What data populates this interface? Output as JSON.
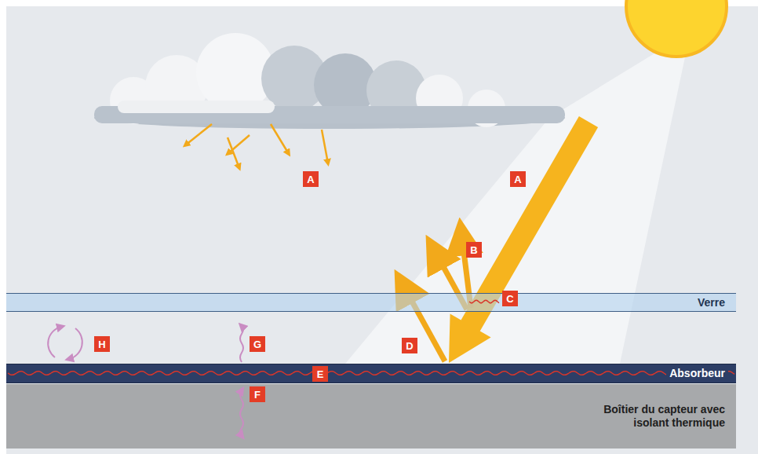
{
  "diagram": {
    "nodes": [
      {
        "text": [
          "Verre"
        ]
      },
      {
        "text": [
          "Absorbeur"
        ]
      },
      {
        "text": [
          "Boîtier du capteur avec isolant thermique"
        ]
      }
    ],
    "labels": [
      "A",
      "A",
      "B",
      "C",
      "D",
      "E",
      "F",
      "G",
      "H"
    ]
  }
}
